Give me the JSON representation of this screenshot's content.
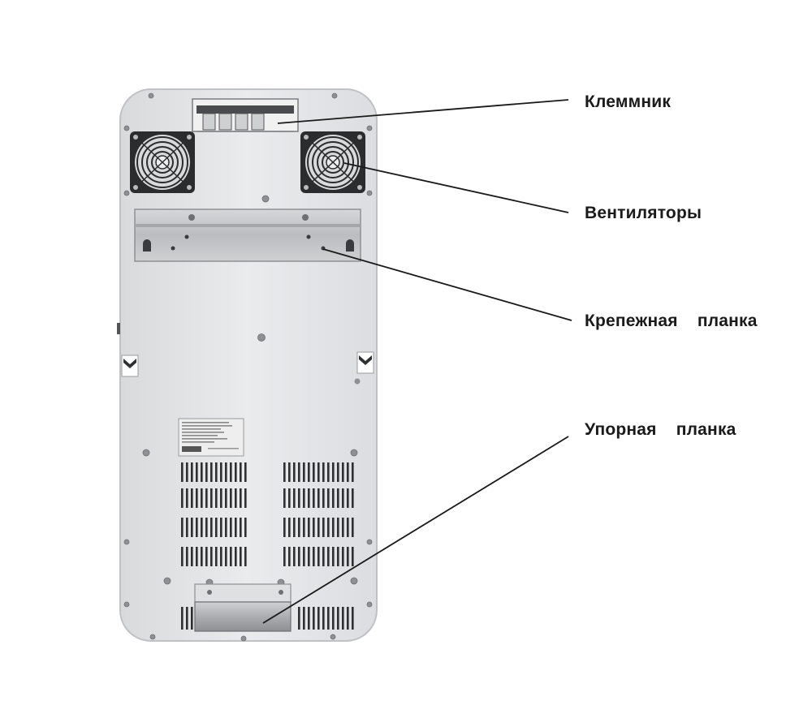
{
  "labels": {
    "terminal": "Клеммник",
    "fans": "Вентиляторы",
    "mount_bar": "Крепежная    планка",
    "stop_bar": "Упорная    планка"
  },
  "colors": {
    "body": "#e4e5e7",
    "body_edge": "#bfc1c4",
    "metal": "#c9cacc",
    "metal_dark": "#8e9093",
    "vent": "#2e2f31",
    "leader": "#1a1a1a",
    "text": "#1a1a1a"
  }
}
